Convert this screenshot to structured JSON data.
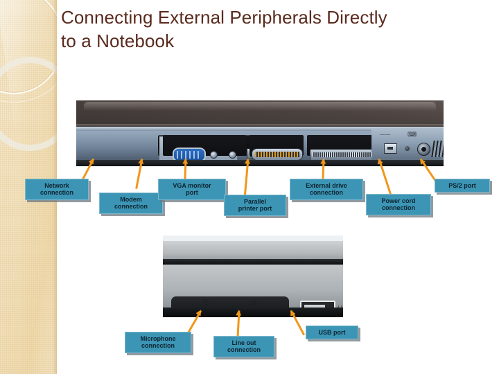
{
  "slide": {
    "title": "Connecting External Peripherals Directly\nto a Notebook",
    "title_color": "#5a2a1e",
    "background": "#ffffff",
    "callout_fill": "#3c95b4",
    "callout_text_color": "#0d2330",
    "arrow_color": "#f0971b",
    "sidebar_color": "#f2e1bd"
  },
  "photos": {
    "rear": {
      "name": "notebook-rear-panel-photo",
      "alt": "Rear panel of a notebook computer showing network, modem, VGA, parallel, docking, power and PS/2 connectors"
    },
    "side": {
      "name": "notebook-side-panel-photo",
      "alt": "Side panel of a notebook computer showing microphone, line out and USB connectors"
    }
  },
  "callouts_rear": [
    {
      "id": "network",
      "label": "Network\nconnection"
    },
    {
      "id": "modem",
      "label": "Modem\nconnection"
    },
    {
      "id": "vga",
      "label": "VGA monitor\nport"
    },
    {
      "id": "parallel",
      "label": "Parallel\nprinter port"
    },
    {
      "id": "drive",
      "label": "External drive\nconnection"
    },
    {
      "id": "power",
      "label": "Power cord\nconnection"
    },
    {
      "id": "ps2",
      "label": "PS/2 port"
    }
  ],
  "callouts_side": [
    {
      "id": "mic",
      "label": "Microphone\nconnection"
    },
    {
      "id": "lineout",
      "label": "Line out\nconnection"
    },
    {
      "id": "usb",
      "label": "USB port"
    }
  ],
  "port_glyphs": {
    "network": "···",
    "modem": "☉",
    "power": "——",
    "ps2": "⌨",
    "mic": "⚲",
    "headphone": "Ω",
    "usb": "⑂"
  }
}
